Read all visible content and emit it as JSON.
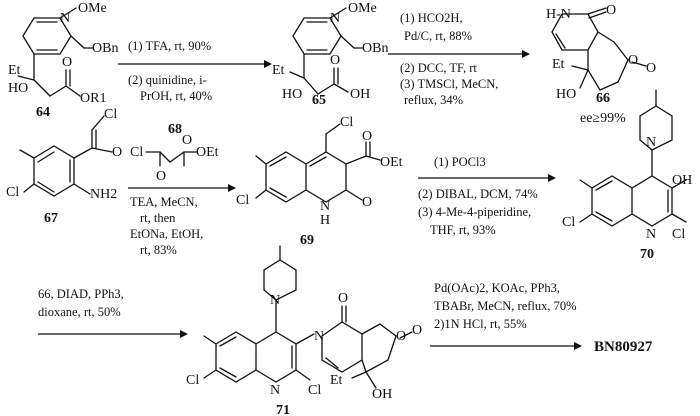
{
  "compounds": {
    "c64": {
      "number": "64",
      "labels": {
        "N": "N",
        "OMe": "OMe",
        "OBn": "OBn",
        "Et": "Et",
        "HO": "HO",
        "O": "O",
        "OR1": "OR1"
      }
    },
    "c65": {
      "number": "65",
      "labels": {
        "N": "N",
        "OMe": "OMe",
        "OBn": "OBn",
        "Et": "Et",
        "HO": "HO",
        "O": "O",
        "OH": "OH"
      }
    },
    "c66": {
      "number": "66",
      "labels": {
        "HN": "H-N",
        "O1": "O",
        "Et": "Et",
        "HO": "HO",
        "O2": "O",
        "O3": "O"
      },
      "note": "ee≥99%"
    },
    "c67": {
      "number": "67",
      "labels": {
        "Cl1": "Cl",
        "O": "O",
        "Cl2": "Cl",
        "NH2": "NH2"
      }
    },
    "c68": {
      "number": "68",
      "labels": {
        "Cl": "Cl",
        "O1": "O",
        "O2": "O",
        "OEt": "OEt"
      }
    },
    "c69": {
      "number": "69",
      "labels": {
        "Cl1": "Cl",
        "Cl2": "Cl",
        "OEt": "OEt",
        "O1": "O",
        "O2": "O",
        "N": "N",
        "H": "H"
      }
    },
    "c70": {
      "number": "70",
      "labels": {
        "Npip": "N",
        "OH": "OH",
        "Cl1": "Cl",
        "N": "N",
        "Cl2": "Cl"
      }
    },
    "c71": {
      "number": "71",
      "labels": {
        "Npip": "N",
        "Cl1": "Cl",
        "N": "N",
        "Cl2": "Cl",
        "O1": "O",
        "N2": "N",
        "O2": "O",
        "O3": "O",
        "Et": "Et",
        "OH": "OH"
      }
    }
  },
  "steps": {
    "s1": {
      "lines": [
        "(1) TFA, rt, 90%",
        "(2) quinidine, i-",
        "PrOH, rt, 40%"
      ]
    },
    "s2": {
      "lines": [
        "(1) HCO2H,",
        "Pd/C, rt, 88%",
        "(2) DCC, TF, rt",
        "(3) TMSCl, MeCN,",
        "reflux, 34%"
      ]
    },
    "s3": {
      "lines": [
        "TEA, MeCN,",
        "rt, then",
        "EtONa, EtOH,",
        "rt, 83%"
      ]
    },
    "s4": {
      "lines": [
        "(1) POCl3",
        "(2) DIBAL, DCM, 74%",
        "(3) 4-Me-4-piperidine,",
        "THF, rt, 93%"
      ]
    },
    "s5": {
      "lines": [
        "66, DIAD, PPh3,",
        "dioxane, rt, 50%"
      ]
    },
    "s6": {
      "lines": [
        "Pd(OAc)2, KOAc, PPh3,",
        "TBABr, MeCN, reflux, 70%",
        "2)1N HCl, rt, 55%"
      ]
    }
  },
  "product": "BN80927"
}
